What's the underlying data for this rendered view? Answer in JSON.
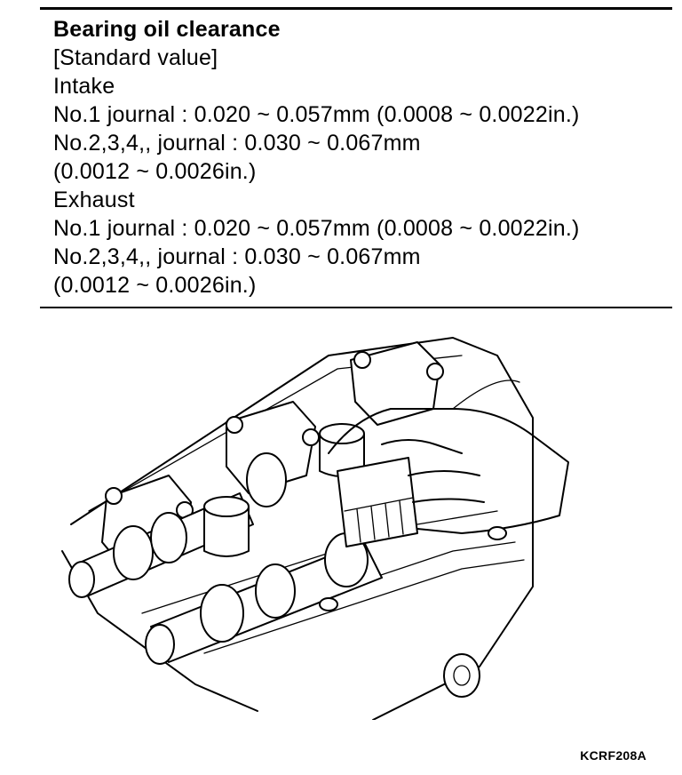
{
  "spec": {
    "title": "Bearing oil clearance",
    "lines": [
      "[Standard value]",
      "Intake",
      "No.1 journal : 0.020 ~ 0.057mm (0.0008 ~ 0.0022in.)",
      "No.2,3,4,, journal :  0.030 ~ 0.067mm",
      "(0.0012 ~ 0.0026in.)",
      "Exhaust",
      "No.1 journal : 0.020 ~ 0.057mm (0.0008 ~ 0.0022in.)",
      "No.2,3,4,, journal :  0.030 ~ 0.067mm",
      "(0.0012 ~ 0.0026in.)"
    ]
  },
  "figure": {
    "caption": "KCRF208A"
  }
}
